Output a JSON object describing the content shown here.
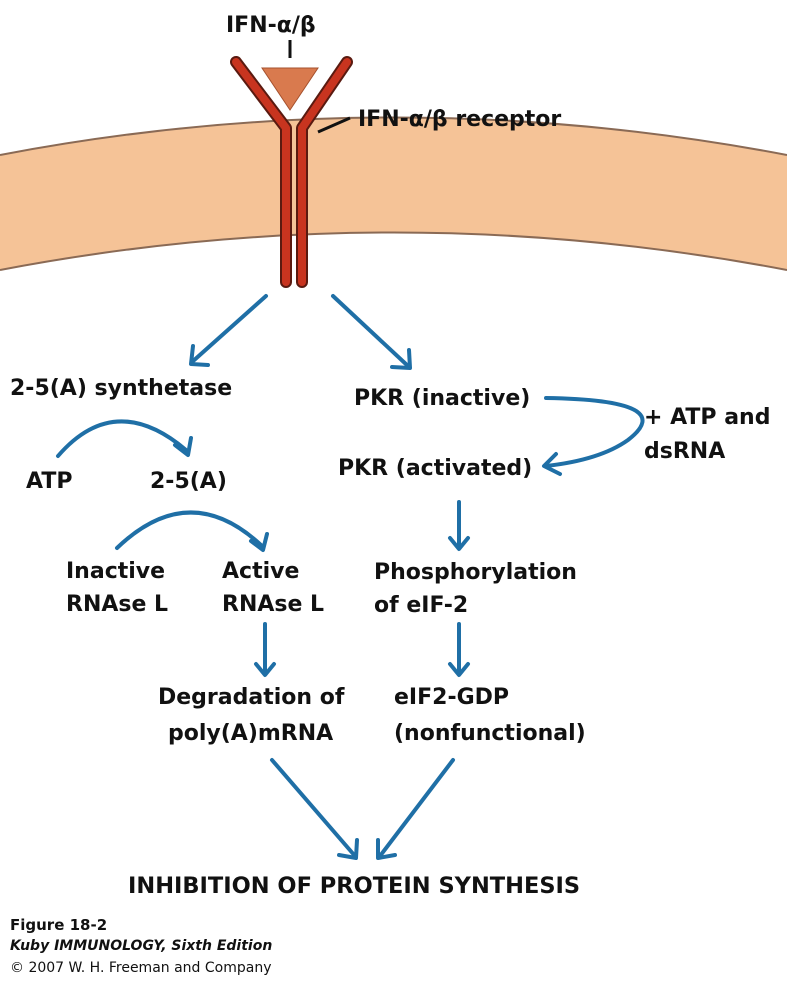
{
  "ligand": {
    "label": "IFN-α/β"
  },
  "receptor": {
    "label": "IFN-α/β receptor"
  },
  "left_pathway": {
    "enzyme": "2-5(A) synthetase",
    "substrate": "ATP",
    "product": "2-5(A)",
    "inactive_line1": "Inactive",
    "inactive_line2": "RNAse L",
    "active_line1": "Active",
    "active_line2": "RNAse L",
    "outcome_line1": "Degradation of",
    "outcome_line2": "poly(A)mRNA"
  },
  "right_pathway": {
    "inactive": "PKR (inactive)",
    "cofactor_line1": "+ ATP and",
    "cofactor_line2": "dsRNA",
    "activated": "PKR (activated)",
    "step_line1": "Phosphorylation",
    "step_line2": "of eIF-2",
    "outcome_line1": "eIF2-GDP",
    "outcome_line2": "(nonfunctional)"
  },
  "final": "INHIBITION OF PROTEIN SYNTHESIS",
  "caption": {
    "figure": "Figure 18-2",
    "book": "Kuby IMMUNOLOGY, Sixth Edition",
    "copyright": "© 2007 W. H. Freeman and Company"
  },
  "colors": {
    "membrane": "#f5c397",
    "membrane_edge": "#8a6a55",
    "receptor": "#c8341f",
    "ligand": "#d97a4e",
    "arrow": "#1f6fa6"
  }
}
